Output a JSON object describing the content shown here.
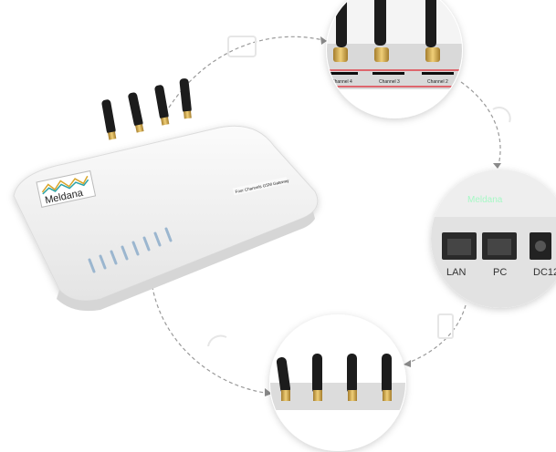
{
  "device": {
    "brand": "Meldana",
    "model_label": "Four Channels GSM Gateway"
  },
  "top_detail": {
    "channels": [
      "Channel 4",
      "Channel 3",
      "Channel 2"
    ],
    "highlight_color": "#e0404a"
  },
  "right_detail": {
    "brand": "Meldana",
    "ports": [
      "LAN",
      "PC",
      "DC12"
    ]
  },
  "bottom_detail": {},
  "colors": {
    "antenna": "#1c1c1c",
    "connector": "#c9a24a",
    "body": "#f2f2f2",
    "dashes": "#9a9a9a"
  }
}
